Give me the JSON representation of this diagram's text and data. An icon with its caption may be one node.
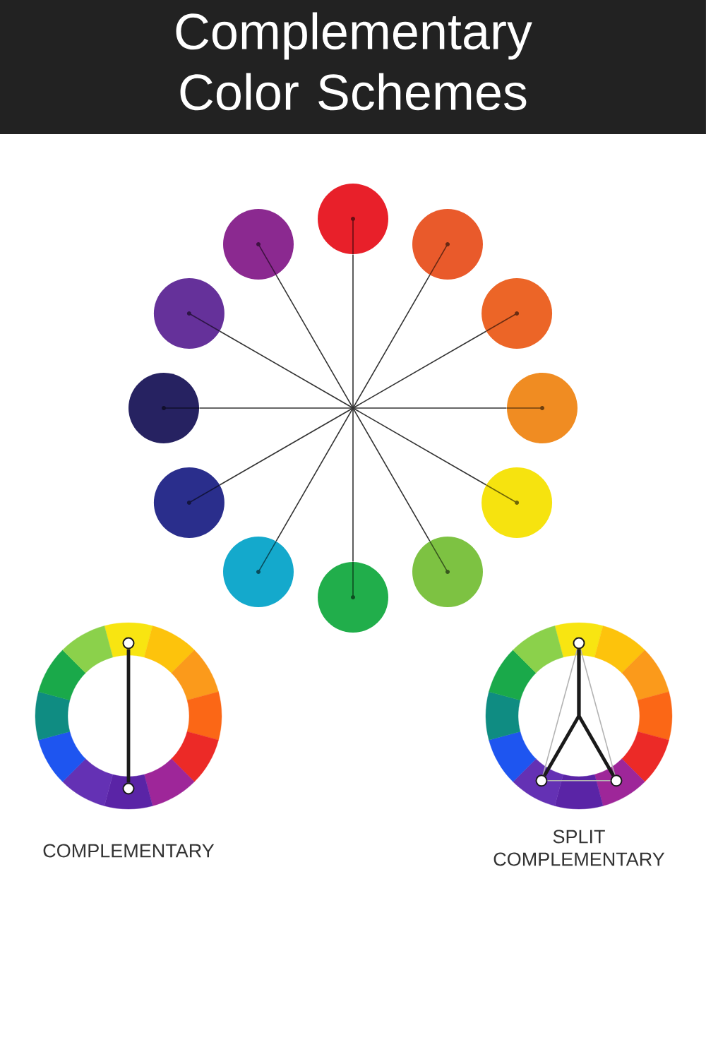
{
  "diagram": {
    "title": "Complementary Color Schemes",
    "nodes": [
      {
        "text": [],
        "shape": "circle"
      },
      {
        "text": [],
        "shape": "circle"
      },
      {
        "text": [],
        "shape": "circle"
      },
      {
        "text": [],
        "shape": "circle"
      },
      {
        "text": [],
        "shape": "circle"
      },
      {
        "text": [],
        "shape": "circle"
      },
      {
        "text": [],
        "shape": "circle"
      },
      {
        "text": [],
        "shape": "circle"
      },
      {
        "text": [],
        "shape": "circle"
      },
      {
        "text": [],
        "shape": "circle"
      },
      {
        "text": [],
        "shape": "circle"
      },
      {
        "text": [],
        "shape": "circle"
      },
      {
        "text": [],
        "shape": "ring",
        "beside": [
          "COMPLEMENTARY"
        ]
      },
      {
        "text": [],
        "shape": "circle",
        "in": 12
      },
      {
        "text": [],
        "shape": "circle",
        "in": 12
      },
      {
        "text": [],
        "shape": "ring",
        "beside": [
          "SPLIT COMPLEMENTARY"
        ]
      },
      {
        "text": [],
        "shape": "circle",
        "in": 15
      },
      {
        "text": [],
        "shape": "circle",
        "in": 15
      },
      {
        "text": [],
        "shape": "circle",
        "in": 15
      }
    ],
    "edges": [
      {
        "from": 0,
        "to": 6,
        "arrow": "none"
      },
      {
        "from": 1,
        "to": 7,
        "arrow": "none"
      },
      {
        "from": 2,
        "to": 8,
        "arrow": "none"
      },
      {
        "from": 3,
        "to": 9,
        "arrow": "none"
      },
      {
        "from": 4,
        "to": 10,
        "arrow": "none"
      },
      {
        "from": 5,
        "to": 11,
        "arrow": "none"
      },
      {
        "from": 13,
        "to": 14,
        "arrow": "none",
        "style": "thick"
      },
      {
        "from": 16,
        "to": 17,
        "arrow": "none",
        "color": "#b3b3b3"
      },
      {
        "from": 16,
        "to": 18,
        "arrow": "none",
        "color": "#b3b3b3"
      },
      {
        "from": 17,
        "to": 18,
        "arrow": "none",
        "color": "#b3b3b3"
      },
      {
        "from": 16,
        "to": 17,
        "arrow": "none",
        "style": "thick"
      },
      {
        "from": 16,
        "to": 18,
        "arrow": "none",
        "style": "thick"
      }
    ]
  }
}
